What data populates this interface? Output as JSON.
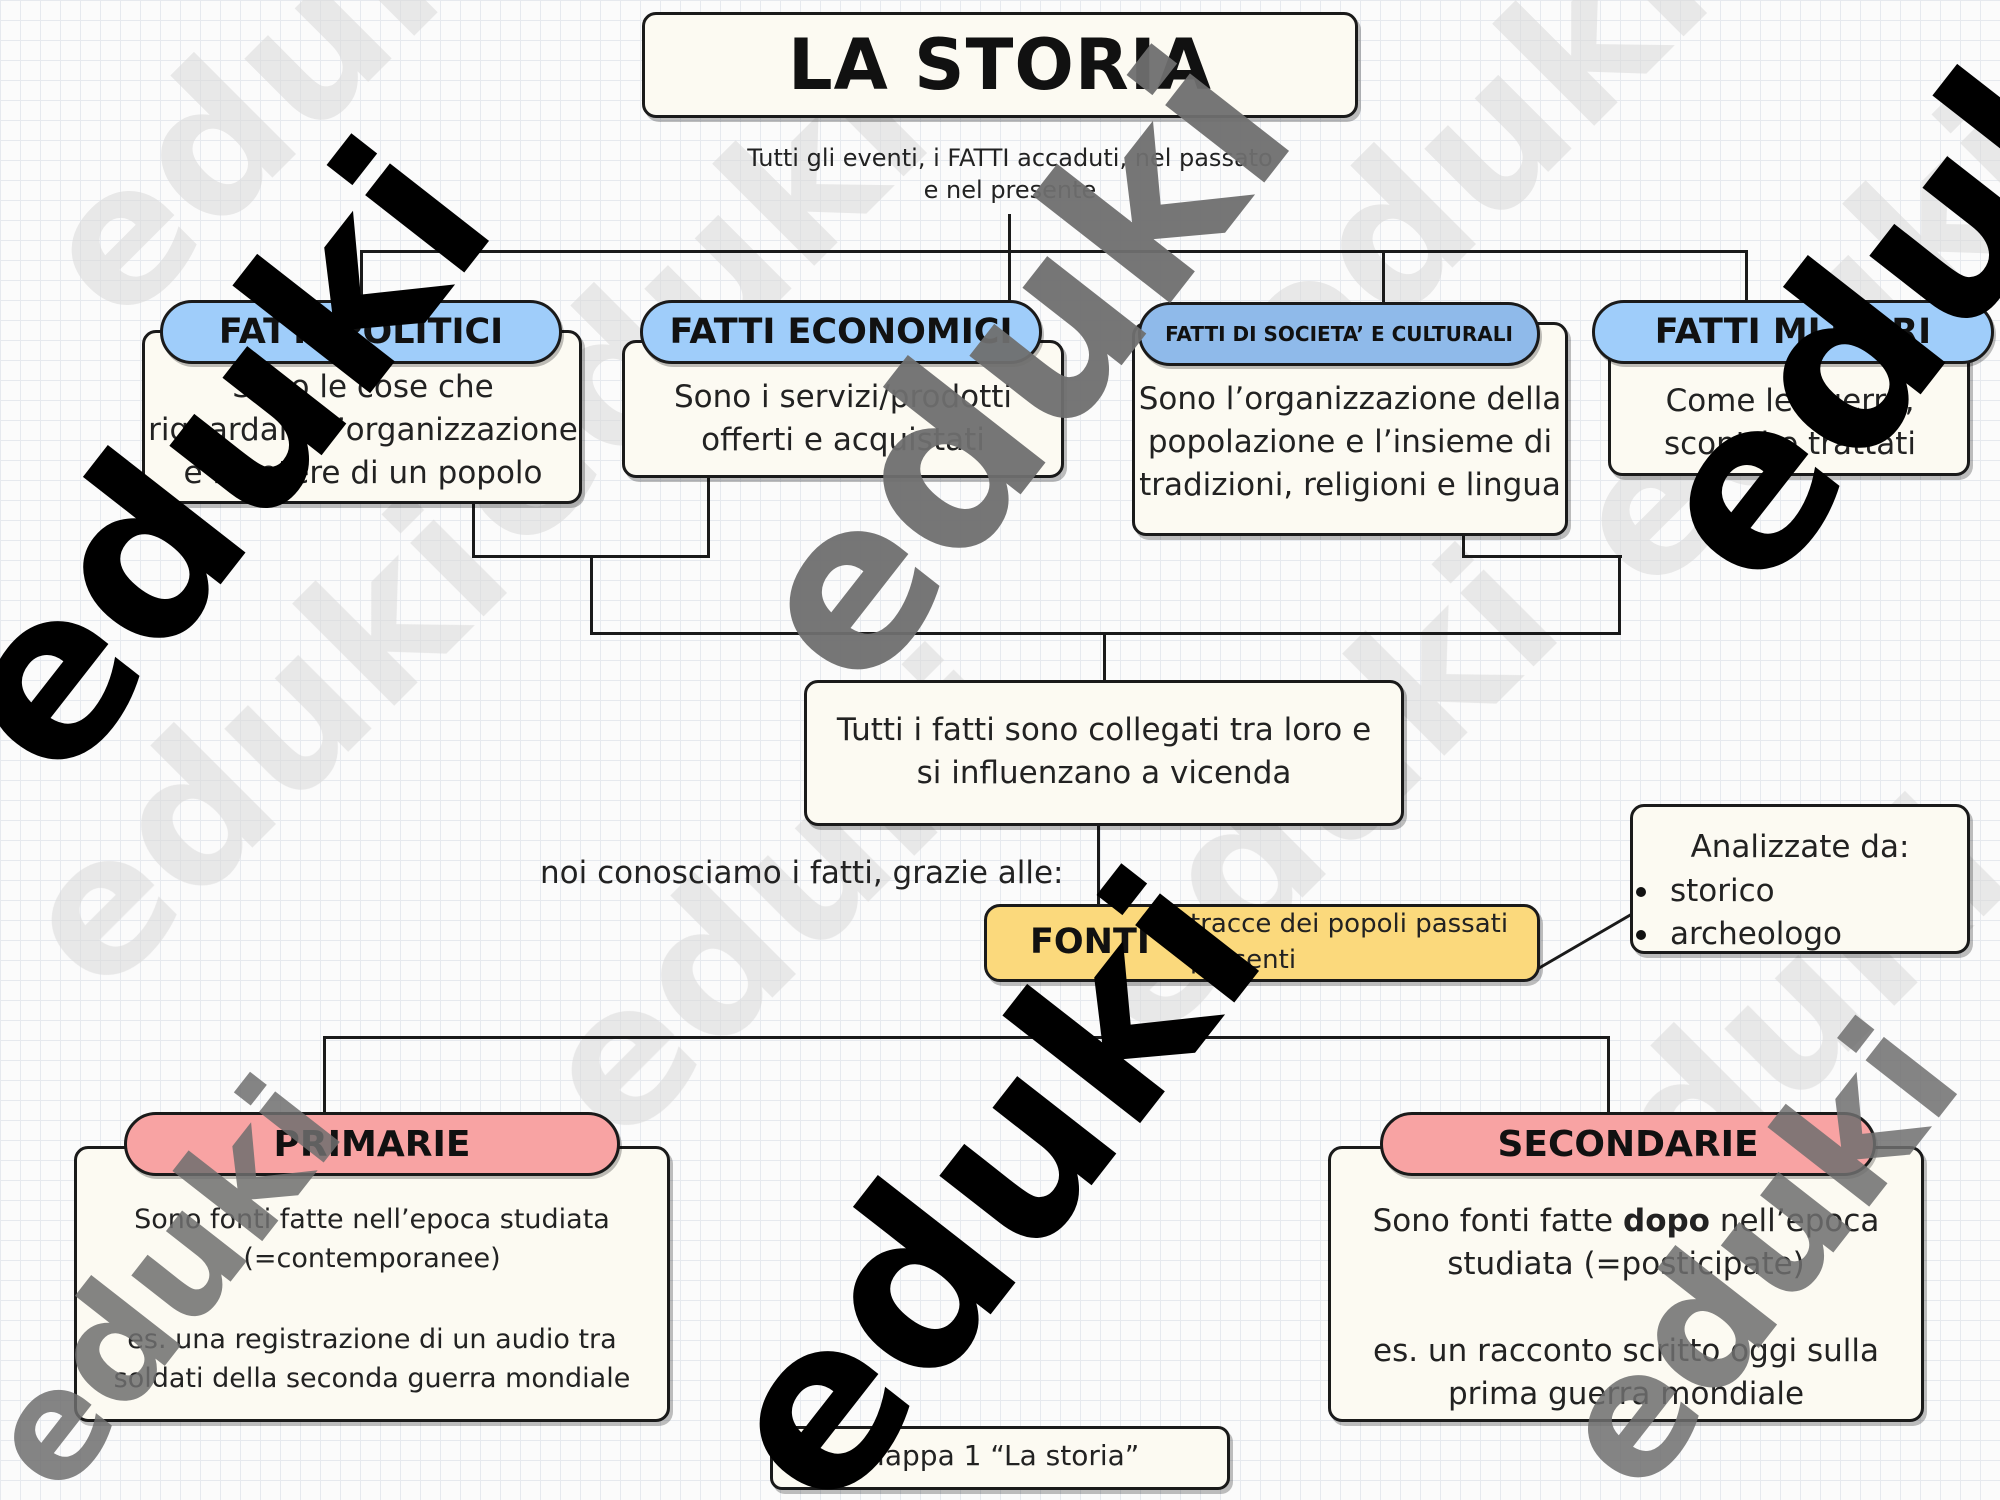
{
  "title": "LA STORIA",
  "subtitle": "Tutti gli eventi, i FATTI accaduti, nel passato e nel presente",
  "categories": [
    {
      "label": "FATTI POLITICI",
      "description": "Sono le cose che riguardano l’organizzazione e il potere di un popolo"
    },
    {
      "label": "FATTI ECONOMICI",
      "description": "Sono i servizi/prodotti offerti e acquistati"
    },
    {
      "label": "FATTI DI SOCIETA’ E CULTURALI",
      "description": "Sono l’organizzazione della popolazione e l’insieme di tradizioni, religioni  e lingua"
    },
    {
      "label": "FATTI MLITARI",
      "description": "Come le guerre, scontri e trattati"
    }
  ],
  "connection": "Tutti i fatti sono collegati tra loro e si influenzano a vicenda",
  "connector_label": "noi conosciamo i fatti, grazie alle:",
  "sources": {
    "label": "FONTI =",
    "definition": "tracce dei popoli passati presenti"
  },
  "analysis": {
    "heading": "Analizzate da:",
    "items": [
      "storico",
      "archeologo"
    ]
  },
  "primary": {
    "label": "PRIMARIE",
    "definition": "Sono fonti fatte nell’epoca studiata (=contemporanee)",
    "example": "es. una registrazione di un audio tra soldati della seconda guerra mondiale"
  },
  "secondary": {
    "label": "SECONDARIE",
    "definition_before": "Sono fonti fatte ",
    "definition_bold": "dopo",
    "definition_after": " nell’epoca studiata (=posticipate)",
    "example": "es. un racconto scritto oggi sulla prima guerra mondiale"
  },
  "footer": "Mappa 1 “La storia”",
  "watermark": "eduki",
  "colors": {
    "category_header": "#9fcdfa",
    "sources_box": "#fbd97c",
    "source_type_header": "#f8a3a3",
    "box_fill": "#fcfaf2"
  }
}
